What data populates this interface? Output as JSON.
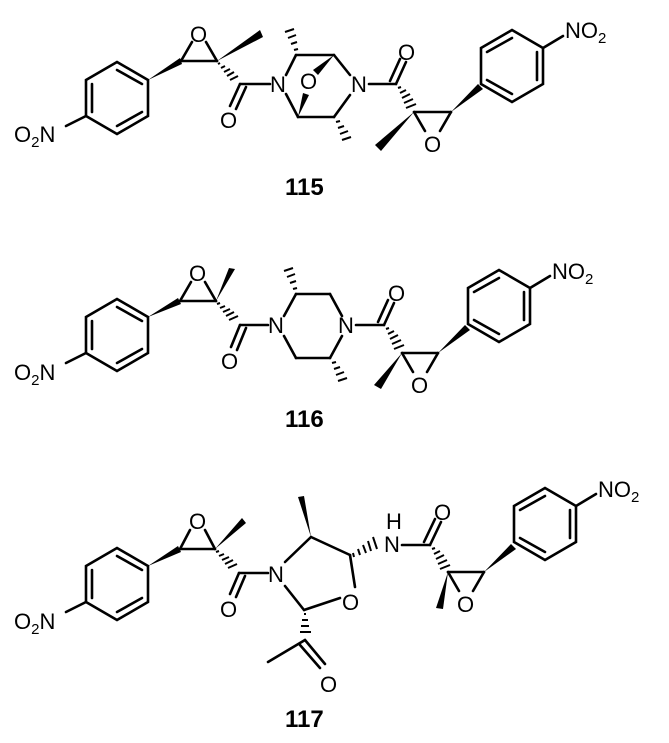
{
  "figure": {
    "background": "#ffffff",
    "ink_color": "#000000",
    "atoms": {
      "oxygen": "O",
      "nitrogen": "N",
      "nh_hydrogen": "H",
      "nitro_O2": "O",
      "nitro_sub": "2",
      "nitro_N": "N",
      "nitro_right": "NO",
      "nitro_right_sub": "2"
    },
    "compounds": [
      {
        "id": "115",
        "label": "115",
        "description": "Bis-epoxyamide linked through a 2,5-dimethyl-7-oxa-3,6-diazabicyclo core; two 4-nitrophenyl methyl-epoxide units"
      },
      {
        "id": "116",
        "label": "116",
        "description": "Bis-epoxyamide linked through a 2,5-dimethylpiperazine core; two 4-nitrophenyl methyl-epoxide units"
      },
      {
        "id": "117",
        "label": "117",
        "description": "Epoxyamide on oxazolidine N (with 4-methyl and 2-acetyl substituents) and epoxyamide NH at C5; two 4-nitrophenyl methyl-epoxide units"
      }
    ]
  }
}
